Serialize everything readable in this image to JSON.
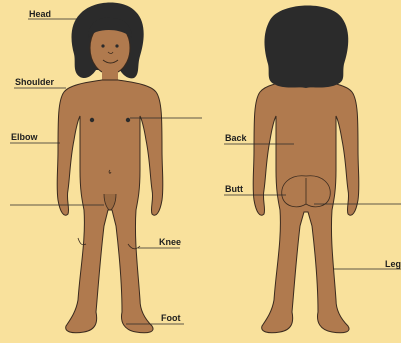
{
  "colors": {
    "background": "#f9e19c",
    "skin": "#b07a4e",
    "skin_shadow": "#9a6a42",
    "hair": "#2b2b2b",
    "outline": "#3a2a1e",
    "leader_line": "#2a2a2a"
  },
  "labels": {
    "head": "Head",
    "shoulder": "Shoulder",
    "elbow": "Elbow",
    "knee": "Knee",
    "foot": "Foot",
    "back": "Back",
    "butt": "Butt",
    "leg": "Leg"
  }
}
